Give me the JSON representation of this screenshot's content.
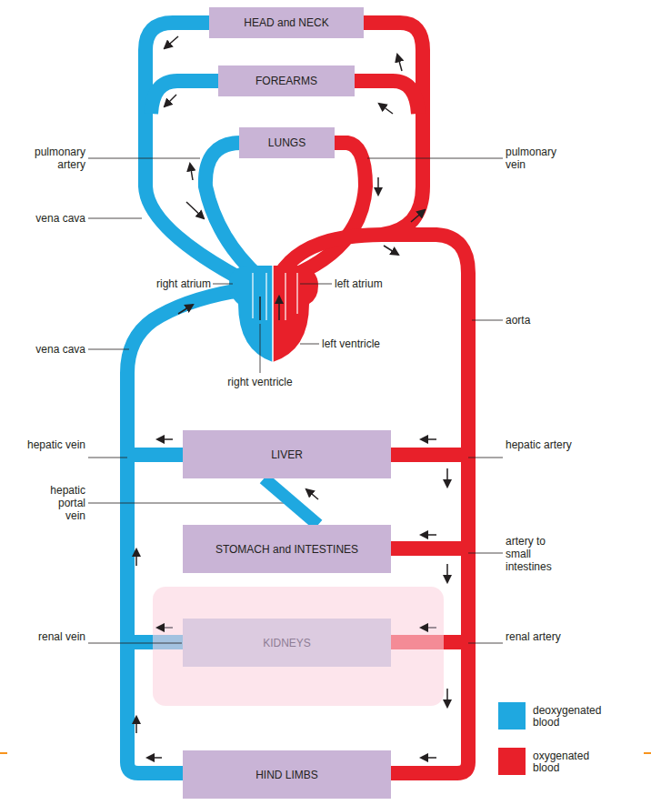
{
  "diagram": {
    "nodes": [
      {
        "text": [
          "HEAD and NECK"
        ]
      },
      {
        "text": [
          "FOREARMS"
        ]
      },
      {
        "text": [
          "LUNGS"
        ]
      },
      {
        "text": [
          "LIVER"
        ]
      },
      {
        "text": [
          "STOMACH and INTESTINES"
        ]
      },
      {
        "text": [
          "KIDNEYS"
        ]
      },
      {
        "text": [
          "HIND LIMBS"
        ]
      }
    ],
    "edges": [
      {
        "from": 4,
        "to": 3,
        "arrow": "none"
      }
    ],
    "labels": [
      "pulmonary artery",
      "pulmonary vein",
      "vena cava",
      "right atrium",
      "left atrium",
      "aorta",
      "vena cava",
      "left ventricle",
      "right ventricle",
      "hepatic vein",
      "hepatic artery",
      "hepatic portal vein",
      "artery to small intestines",
      "renal vein",
      "renal artery"
    ],
    "legend": [
      {
        "text": "deoxygenated blood",
        "color": "#1fa8e0"
      },
      {
        "text": "oxygenated blood",
        "color": "#e8202a"
      }
    ]
  }
}
